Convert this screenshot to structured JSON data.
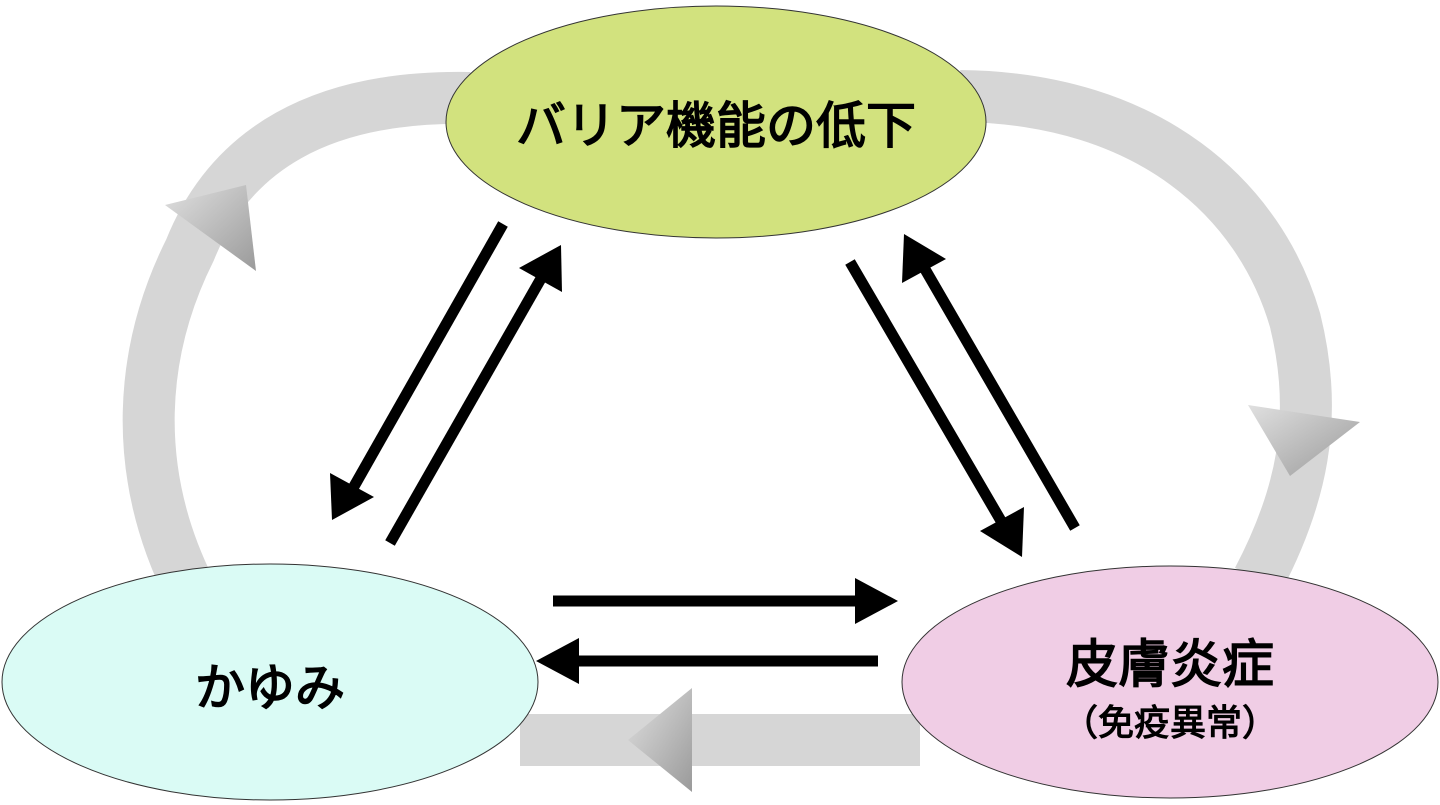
{
  "nodes": {
    "barrier": {
      "label": "バリア機能の低下",
      "color": "#d2e27e"
    },
    "itch": {
      "label": "かゆみ",
      "color": "#dafbf5"
    },
    "dermatitis": {
      "label": "皮膚炎症",
      "sublabel": "（免疫異常）",
      "color": "#f0cde5"
    }
  },
  "colors": {
    "cycle": "#d6d6d6",
    "arrow": "#000000"
  }
}
